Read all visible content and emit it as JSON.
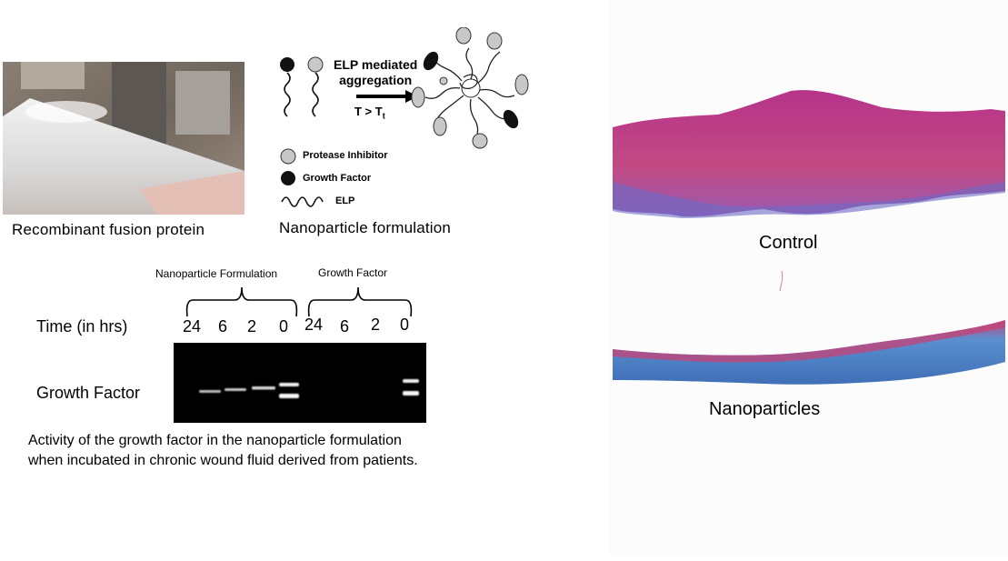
{
  "panels": {
    "photo_caption": "Recombinant fusion protein",
    "diagram": {
      "arrow_label_line1": "ELP mediated",
      "arrow_label_line2": "aggregation",
      "condition": "T > T",
      "condition_sub": "t",
      "legend": [
        {
          "icon": "gray-circle-icon",
          "label": "Protease Inhibitor"
        },
        {
          "icon": "black-circle-icon",
          "label": "Growth Factor"
        },
        {
          "icon": "wave-icon",
          "label": "ELP"
        }
      ],
      "caption": "Nanoparticle formulation"
    },
    "gel": {
      "group1_label": "Nanoparticle Formulation",
      "group2_label": "Growth Factor",
      "time_label": "Time  (in hrs)",
      "times": [
        "24",
        "6",
        "2",
        "0",
        "24",
        "6",
        "2",
        "0"
      ],
      "row_label": "Growth Factor",
      "caption_line1": "Activity of the growth factor in the nanoparticle formulation",
      "caption_line2": "when incubated in chronic wound fluid derived from patients."
    },
    "histology": {
      "top_caption": "Control",
      "bottom_caption": "Nanoparticles"
    }
  },
  "colors": {
    "tissue_pink": "#b9397f",
    "tissue_blue": "#4b7ec4",
    "gel_background": "#000000",
    "band": "#e8e8e8"
  }
}
